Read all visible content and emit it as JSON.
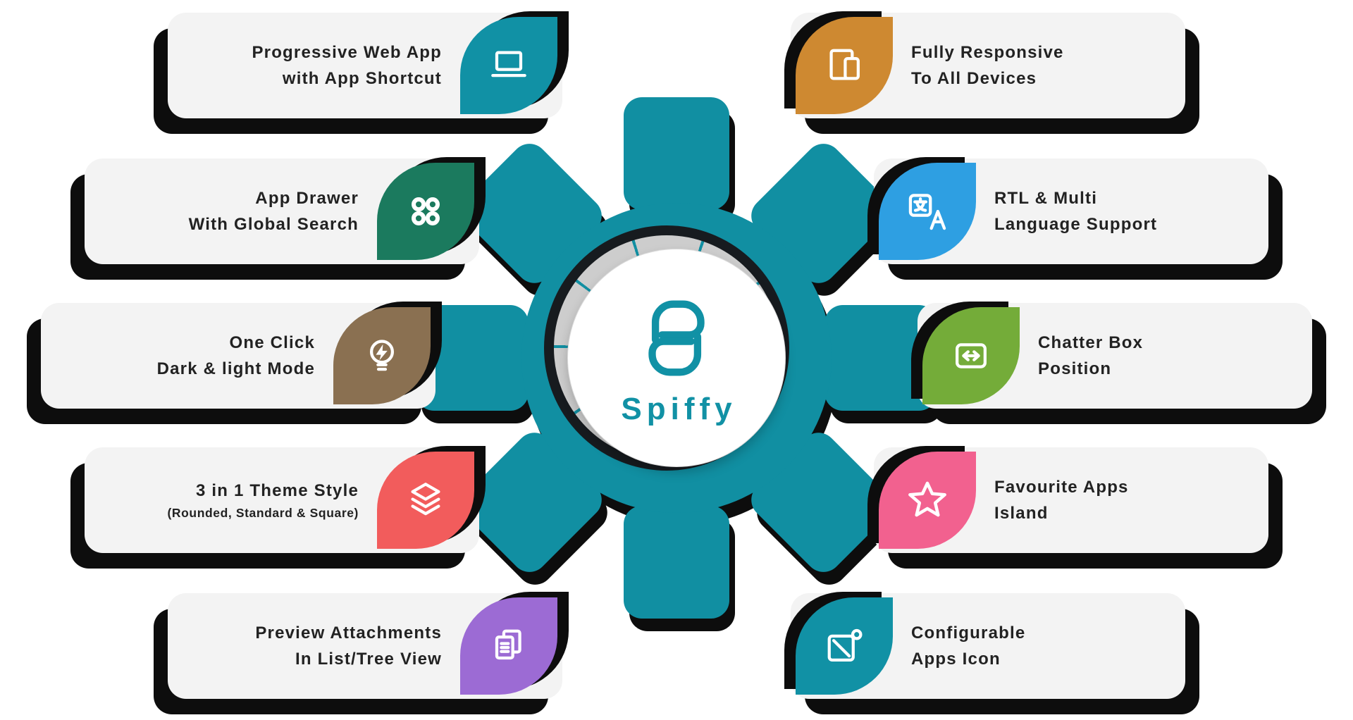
{
  "brand": {
    "name": "Spiffy",
    "color": "#1191a5"
  },
  "colors": {
    "card_bg": "#f3f3f3",
    "shadow": "#0d0d0d",
    "hub_teal": "#118fa2",
    "ring_gray": "#cdcdcd",
    "ring_dark": "#171b1f",
    "text": "#222222"
  },
  "features_left": [
    {
      "line1": "Progressive Web App",
      "line2": "with App Shortcut",
      "color": "#1191a5",
      "icon": "laptop-icon"
    },
    {
      "line1": "App Drawer",
      "line2": "With Global Search",
      "color": "#1b7a5e",
      "icon": "app-drawer-icon"
    },
    {
      "line1": "One Click",
      "line2": "Dark & light Mode",
      "color": "#8a7051",
      "icon": "lightbulb-bolt-icon"
    },
    {
      "line1": "3 in 1 Theme Style",
      "line2": "(Rounded, Standard & Square)",
      "color": "#f25c5c",
      "icon": "layers-icon"
    },
    {
      "line1": "Preview Attachments",
      "line2": "In List/Tree View",
      "color": "#9c6bd4",
      "icon": "documents-icon"
    }
  ],
  "features_right": [
    {
      "line1": "Fully Responsive",
      "line2": "To All Devices",
      "color": "#ce8931",
      "icon": "devices-icon"
    },
    {
      "line1": "RTL & Multi",
      "line2": "Language Support",
      "color": "#2e9fe2",
      "icon": "translate-icon"
    },
    {
      "line1": "Chatter Box",
      "line2": "Position",
      "color": "#74ac39",
      "icon": "chatter-box-icon"
    },
    {
      "line1": "Favourite Apps",
      "line2": "Island",
      "color": "#f2618f",
      "icon": "star-icon"
    },
    {
      "line1": "Configurable",
      "line2": "Apps Icon",
      "color": "#1191a5",
      "icon": "configurable-apps-icon"
    }
  ]
}
